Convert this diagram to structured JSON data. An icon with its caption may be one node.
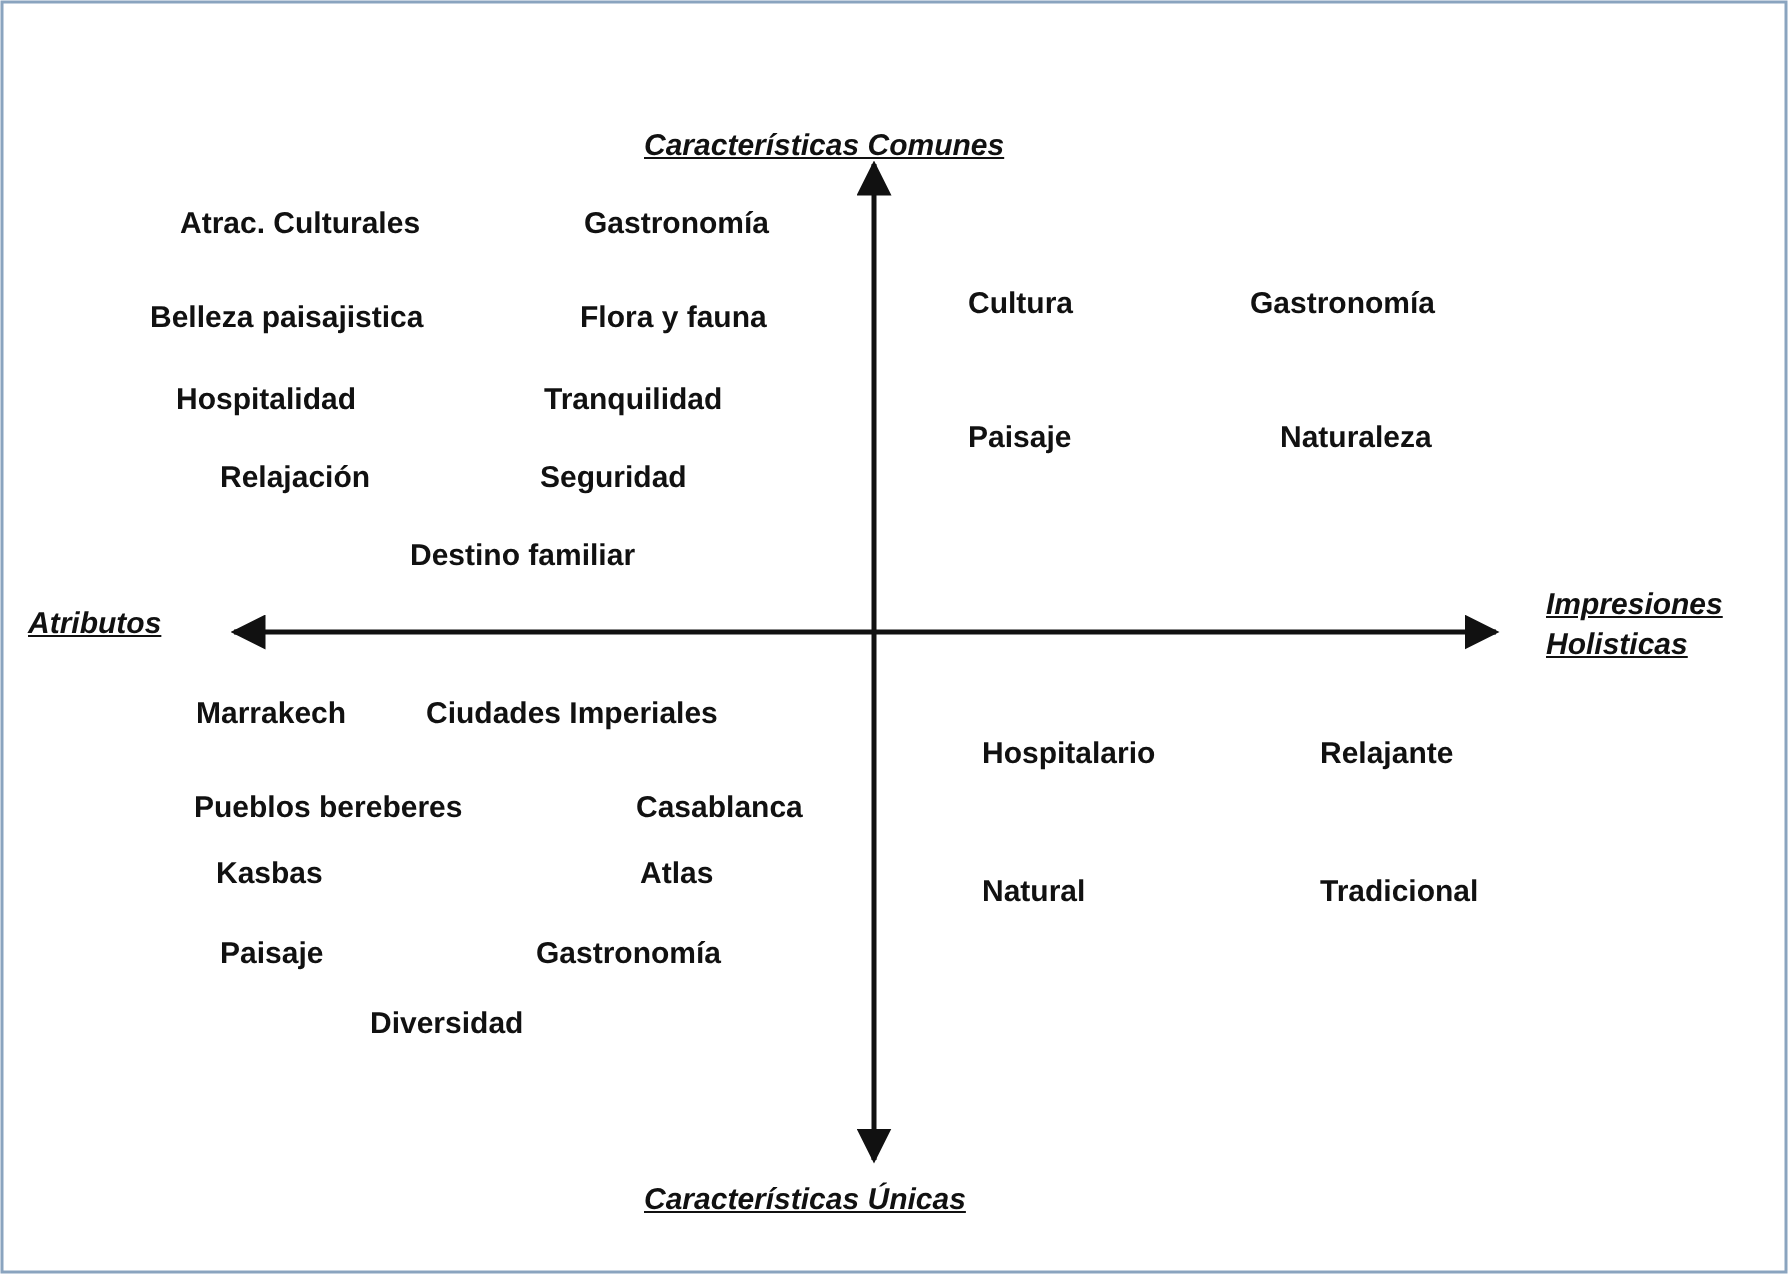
{
  "diagram": {
    "labels": [
      "Características Comunes",
      "Atrac. Culturales",
      "Gastronomía",
      "Belleza paisajistica",
      "Flora y fauna",
      "Cultura",
      "Gastronomía",
      "Hospitalidad",
      "Tranquilidad",
      "Paisaje",
      "Naturaleza",
      "Relajación",
      "Seguridad",
      "Destino familiar",
      "Atributos",
      "Impresiones Holisticas",
      "Marrakech",
      "Ciudades Imperiales",
      "Hospitalario",
      "Relajante",
      "Pueblos bereberes",
      "Casablanca",
      "Kasbas",
      "Atlas",
      "Natural",
      "Tradicional",
      "Paisaje",
      "Gastronomía",
      "Diversidad",
      "Características Únicas"
    ]
  }
}
